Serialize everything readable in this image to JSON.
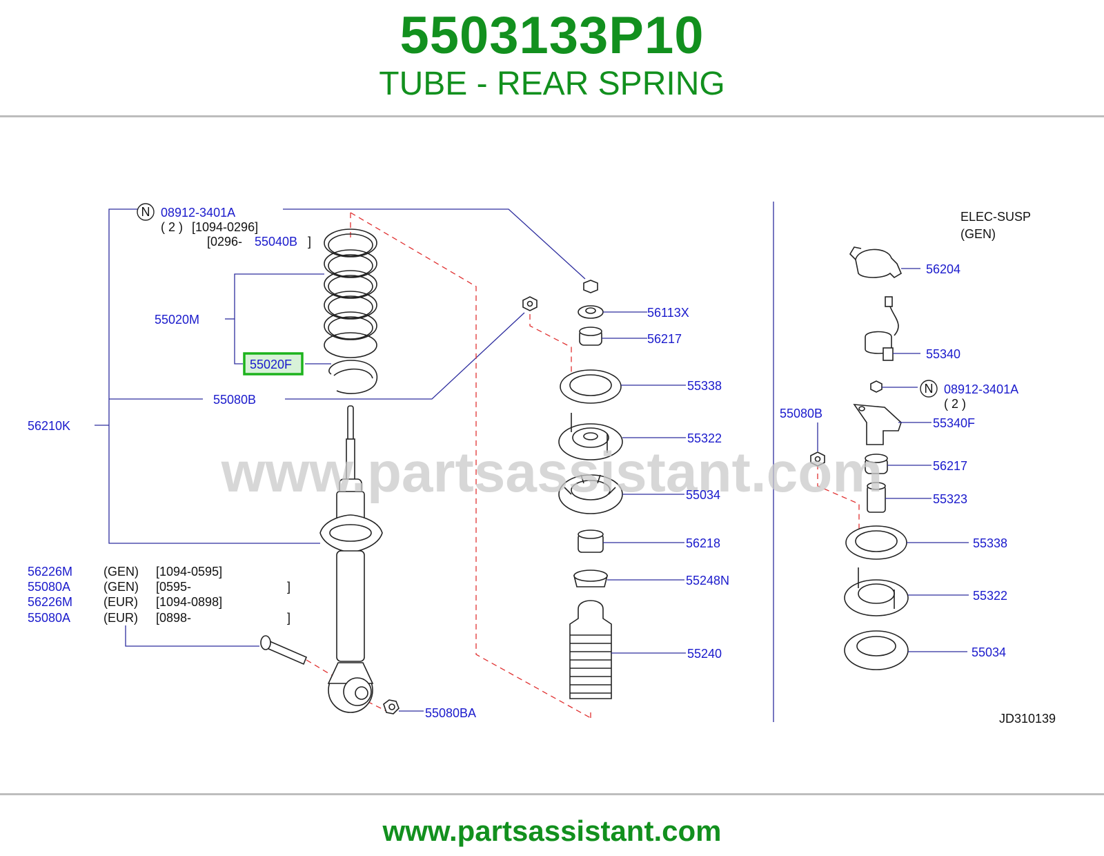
{
  "header": {
    "part_number": "5503133P10",
    "part_name": "TUBE - REAR SPRING"
  },
  "colors": {
    "brand_green": "#12901e",
    "callout_blue": "#1a1acc",
    "highlight_green": "#1db31d",
    "highlight_fill": "#d8f2d8",
    "dashed_red": "#e03030"
  },
  "watermark": "www.partsassistant.com",
  "footer": {
    "url": "www.partsassistant.com"
  },
  "diagram": {
    "code": "JD310139",
    "note_n_symbol": "N",
    "top_note": {
      "part": "08912-3401A",
      "qty": "( 2 )",
      "range1": "[1094-0296]",
      "range2_prefix": "[0296-",
      "range2_part": "55040B",
      "range2_suffix": "]"
    },
    "left_callouts": {
      "spring_set": "55020M",
      "highlighted": "55020F",
      "nut": "55080B",
      "strut_assy": "56210K",
      "lower_nut": "55080BA"
    },
    "variant_table": [
      {
        "part": "56226M",
        "market": "(GEN)",
        "range": "[1094-0595]",
        "closing": ""
      },
      {
        "part": "55080A",
        "market": "(GEN)",
        "range": "[0595-",
        "closing": "]"
      },
      {
        "part": "56226M",
        "market": "(EUR)",
        "range": "[1094-0898]",
        "closing": ""
      },
      {
        "part": "55080A",
        "market": "(EUR)",
        "range": "[0898-",
        "closing": "]"
      }
    ],
    "center_callouts": [
      "56113X",
      "56217",
      "55338",
      "55322",
      "55034",
      "56218",
      "55248N",
      "55240"
    ],
    "right_section": {
      "title_line1": "ELEC-SUSP",
      "title_line2": "(GEN)",
      "callouts": [
        "56204",
        "55340",
        "55340F",
        "56217",
        "55323",
        "55338",
        "55322",
        "55034"
      ],
      "nut_part": "08912-3401A",
      "nut_qty": "( 2 )",
      "side_nut": "55080B"
    }
  }
}
